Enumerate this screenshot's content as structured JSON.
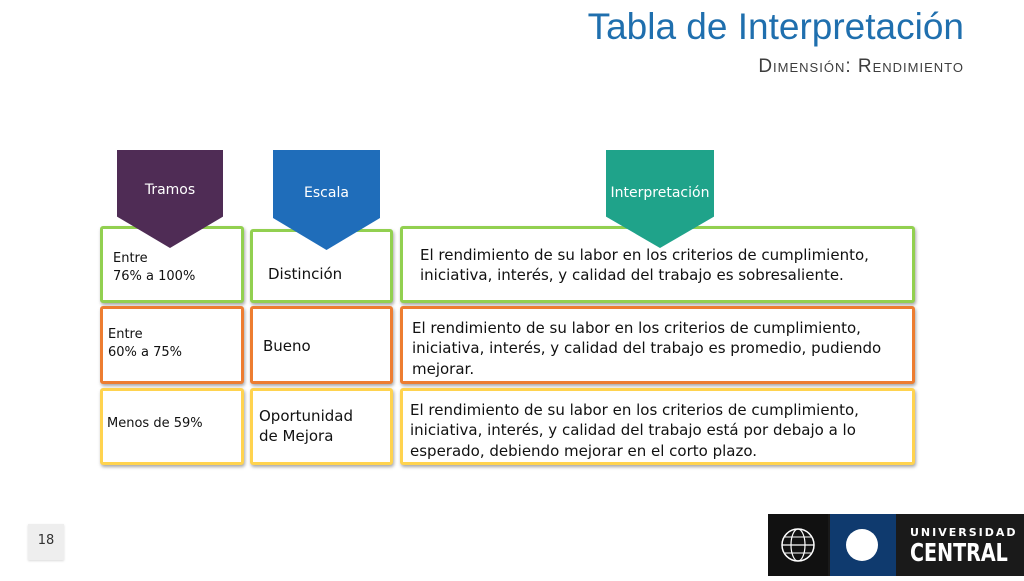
{
  "title": "Tabla de Interpretación",
  "subtitle": "Dimensión: Rendimiento",
  "headers": {
    "tramos": "Tramos",
    "escala": "Escala",
    "interpretacion": "Interpretación"
  },
  "rows": [
    {
      "tramo": "Entre\n76% a 100%",
      "escala": "Distinción",
      "interpretacion": "El rendimiento de su labor en los criterios de cumplimiento,\niniciativa, interés, y calidad del trabajo es sobresaliente.",
      "color": "#92d050"
    },
    {
      "tramo": "Entre\n60% a 75%",
      "escala": "Bueno",
      "interpretacion": "El rendimiento de su labor en los criterios de cumplimiento,\niniciativa, interés, y calidad del trabajo es promedio, pudiendo\nmejorar.",
      "color": "#ed7d31"
    },
    {
      "tramo": "Menos de 59%",
      "escala": "Oportunidad\nde Mejora",
      "interpretacion": "El rendimiento de su labor en los criterios de cumplimiento,\niniciativa, interés, y calidad del trabajo está por debajo a lo\nesperado, debiendo mejorar en el corto plazo.",
      "color": "#ffd34f"
    }
  ],
  "colors": {
    "tramos_header": "#4f2c55",
    "escala_header": "#1f6dba",
    "interpretacion_header": "#1fa38a",
    "title": "#1f6fae"
  },
  "page_number": "18",
  "logo": {
    "line1": "UNIVERSIDAD",
    "line2": "CENTRAL",
    "icons": [
      "globe-icon",
      "circle-icon"
    ]
  }
}
